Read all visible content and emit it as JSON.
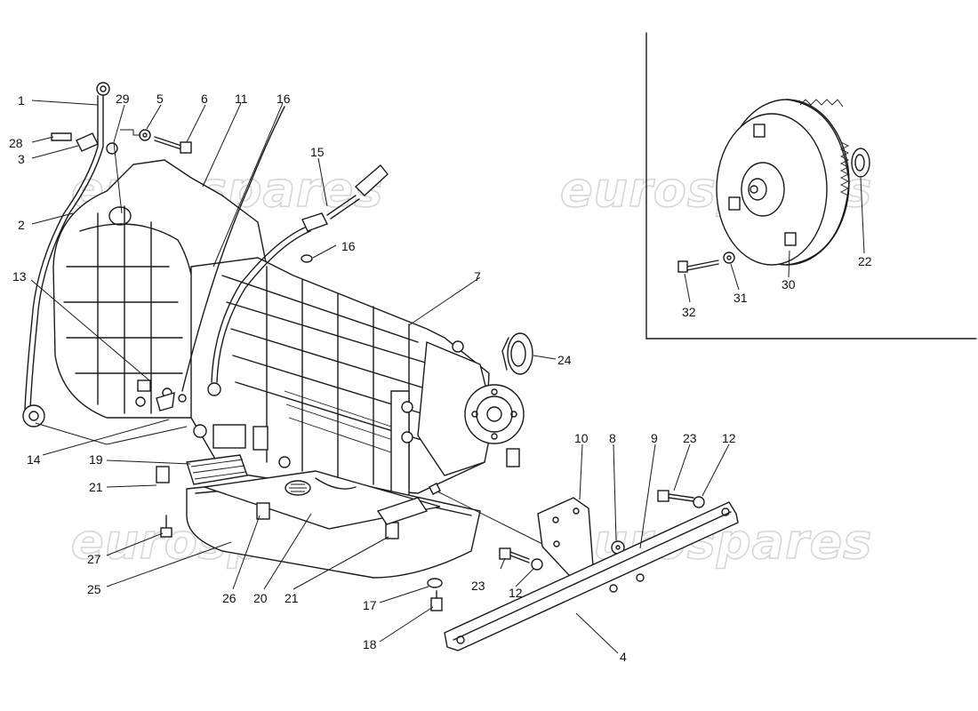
{
  "watermark": {
    "text": "eurospares",
    "color": "#d6d6d6"
  },
  "ink_color": "#1a1a1a",
  "callouts": {
    "c1": "1",
    "c2": "2",
    "c3": "3",
    "c4": "4",
    "c5": "5",
    "c6": "6",
    "c7": "7",
    "c8": "8",
    "c9": "9",
    "c10": "10",
    "c11": "11",
    "c12a": "12",
    "c12b": "12",
    "c13": "13",
    "c14": "14",
    "c15": "15",
    "c16a": "16",
    "c16b": "16",
    "c17": "17",
    "c18": "18",
    "c19": "19",
    "c20": "20",
    "c21a": "21",
    "c21b": "21",
    "c22": "22",
    "c23a": "23",
    "c23b": "23",
    "c24": "24",
    "c25": "25",
    "c26": "26",
    "c27": "27",
    "c28": "28",
    "c29": "29",
    "c30": "30",
    "c31": "31",
    "c32": "32"
  },
  "parts": {
    "transmission": "transmission-housing",
    "oil_pan": "oil-pan",
    "torque_converter": "torque-converter",
    "crossmember": "crossmember",
    "mount_bracket": "mount-bracket",
    "selector_cable": "selector-cable",
    "oil_seal": "oil-seal",
    "dipstick_tube": "dipstick-tube"
  }
}
